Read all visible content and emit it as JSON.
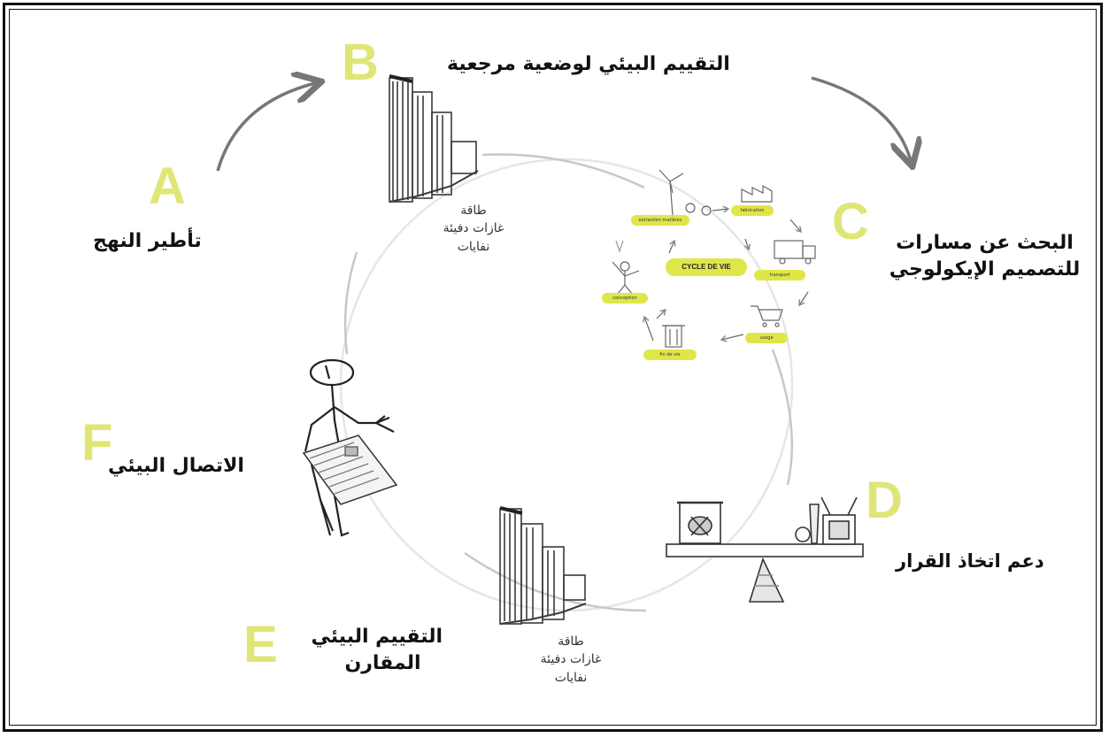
{
  "stages": {
    "a": {
      "letter": "A",
      "label": "تأطير النهج"
    },
    "b": {
      "letter": "B",
      "label": "التقييم البيئي لوضعية مرجعية"
    },
    "c": {
      "letter": "C",
      "label_line1": "البحث عن مسارات",
      "label_line2": "للتصميم الإيكولوجي"
    },
    "d": {
      "letter": "D",
      "label": "دعم اتخاذ القرار"
    },
    "e": {
      "letter": "E",
      "label_line1": "التقييم البيئي",
      "label_line2": "المقارن"
    },
    "f": {
      "letter": "F",
      "label": "الاتصال البيئي"
    }
  },
  "legend_b": {
    "line1": "طاقة",
    "line2": "غازات دفيئة",
    "line3": "نفايات"
  },
  "legend_e": {
    "line1": "طاقة",
    "line2": "غازات دفيئة",
    "line3": "نفايات"
  },
  "lifecycle": {
    "center_label": "CYCLE DE VIE",
    "tags": [
      "extraction matières",
      "fabrication",
      "transport",
      "usage",
      "fin de vie",
      "conception"
    ]
  },
  "colors": {
    "accent_yellow": "#dfe676",
    "tag_yellow": "#dfe64a",
    "sketch": "#444444",
    "ring": "#e3e3e3"
  }
}
